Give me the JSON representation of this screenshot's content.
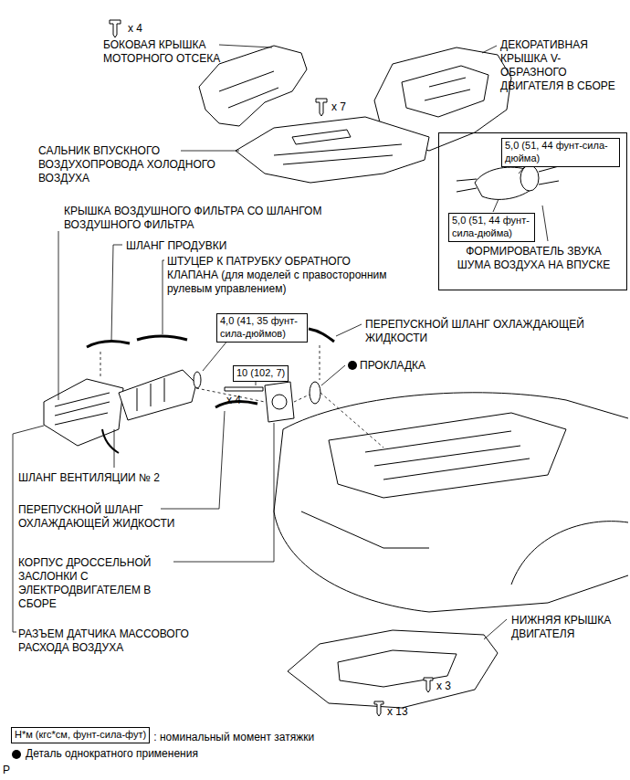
{
  "diagram": {
    "nodes": [
      {
        "text": [
          "ФОРМИРОВАТЕЛЬ ЗВУКА ШУМА ВОЗДУХА НА ВПУСКЕ"
        ]
      },
      {
        "text": [
          "5,0 (51, 44 фунт-сила-дюйма)"
        ],
        "in": 0
      },
      {
        "text": [
          "5,0 (51, 44 фунт-сила-дюйма)"
        ],
        "in": 0
      },
      {
        "text": [
          "4,0 (41, 35 фунт-сила-дюймов)"
        ]
      },
      {
        "text": [
          "10 (102, 7)"
        ]
      },
      {
        "text": [
          "Н*м (кгс*см, фунт-сила-фут)"
        ]
      }
    ],
    "labels": [
      "x 4",
      "БОКОВАЯ КРЫШКА МОТОРНОГО ОТСЕКА",
      "ДЕКОРАТИВНАЯ КРЫШКА V-ОБРАЗНОГО ДВИГАТЕЛЯ В СБОРЕ",
      "x 7",
      "САЛЬНИК ВПУСКНОГО ВОЗДУХОПРОВОДА ХОЛОДНОГО ВОЗДУХА",
      "КРЫШКА ВОЗДУШНОГО ФИЛЬТРА СО ШЛАНГОМ ВОЗДУШНОГО ФИЛЬТРА",
      "ШЛАНГ ПРОДУВКИ",
      "ШТУЦЕР К ПАТРУБКУ ОБРАТНОГО КЛАПАНА (для моделей с правосторонним рулевым управлением)",
      "ПЕРЕПУСКНОЙ ШЛАНГ ОХЛАЖДАЮЩЕЙ ЖИДКОСТИ",
      "ПРОКЛАДКА",
      "x 4",
      "ШЛАНГ ВЕНТИЛЯЦИИ № 2",
      "ПЕРЕПУСКНОЙ ШЛАНГ ОХЛАЖДАЮЩЕЙ ЖИДКОСТИ",
      "КОРПУС ДРОССЕЛЬНОЙ ЗАСЛОНКИ С ЭЛЕКТРОДВИГАТЕЛЕМ В СБОРЕ",
      "РАЗЪЕМ ДАТЧИКА МАССОВОГО РАСХОДА ВОЗДУХА",
      "НИЖНЯЯ КРЫШКА ДВИГАТЕЛЯ",
      "x 3",
      "x 13",
      ": номинальный момент затяжки",
      "P"
    ],
    "legend": [
      {
        "text": "Деталь однократного применения"
      }
    ]
  }
}
